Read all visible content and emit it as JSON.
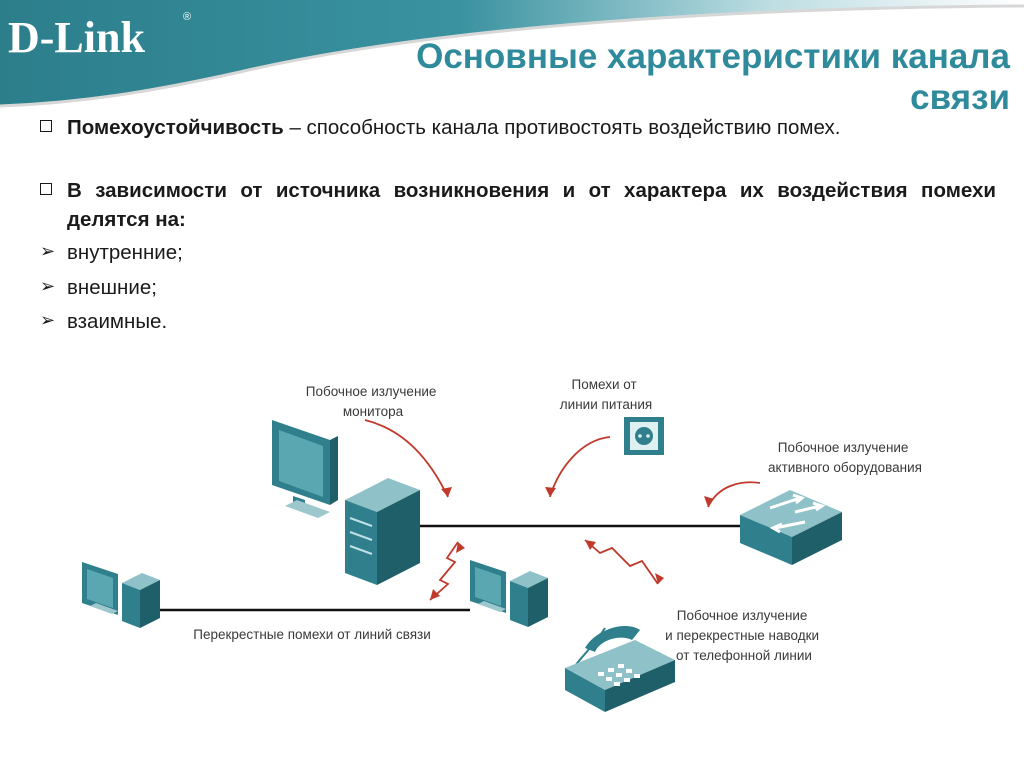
{
  "logo": {
    "text": "D-Link",
    "reg": "®"
  },
  "title": {
    "line1": "Основные характеристики канала",
    "line2": "связи"
  },
  "bullet1": {
    "term": "Помехоустойчивость",
    "rest": " – способность канала противостоять воздействию помех."
  },
  "bullet2": {
    "text": "В зависимости от источника возникновения и от характера их воздействия помехи делятся на:"
  },
  "subitems": [
    "внутренние;",
    "внешние;",
    "взаимные."
  ],
  "diagram": {
    "monitor_label": [
      "Побочное излучение",
      "монитора"
    ],
    "power_label": [
      "Помехи от",
      "линии питания"
    ],
    "active_label": [
      "Побочное излучение",
      "активного оборудования"
    ],
    "phone_label": [
      "Побочное излучение",
      "и перекрестные наводки",
      "от телефонной линии"
    ],
    "cross_label": "Перекрестные помехи от линий связи"
  },
  "colors": {
    "teal": "#2f7f8c",
    "title": "#2f8a9b",
    "arrow": "#c0392b",
    "banner": "#2c7e8b"
  }
}
